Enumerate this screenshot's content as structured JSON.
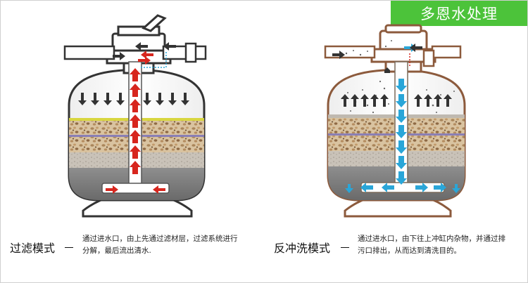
{
  "brand": {
    "title": "多恩水处理",
    "color": "#4cc33a"
  },
  "filtration": {
    "title": "过滤模式",
    "description_line1": "通过进水口，由上先通过滤材层，过滤系统进行",
    "description_line2": "分解，最后流出清水.",
    "outline_color": "#333333",
    "flow_arrow_color": "#d7261e"
  },
  "backwash": {
    "title": "反冲洗模式",
    "description_line1": "通过进水口，由下往上冲缸内杂物，并通过排",
    "description_line2": "污口排出，从而达到清洗目的。",
    "outline_color": "#8c5a3c",
    "flow_arrow_color": "#2aa6d8"
  }
}
